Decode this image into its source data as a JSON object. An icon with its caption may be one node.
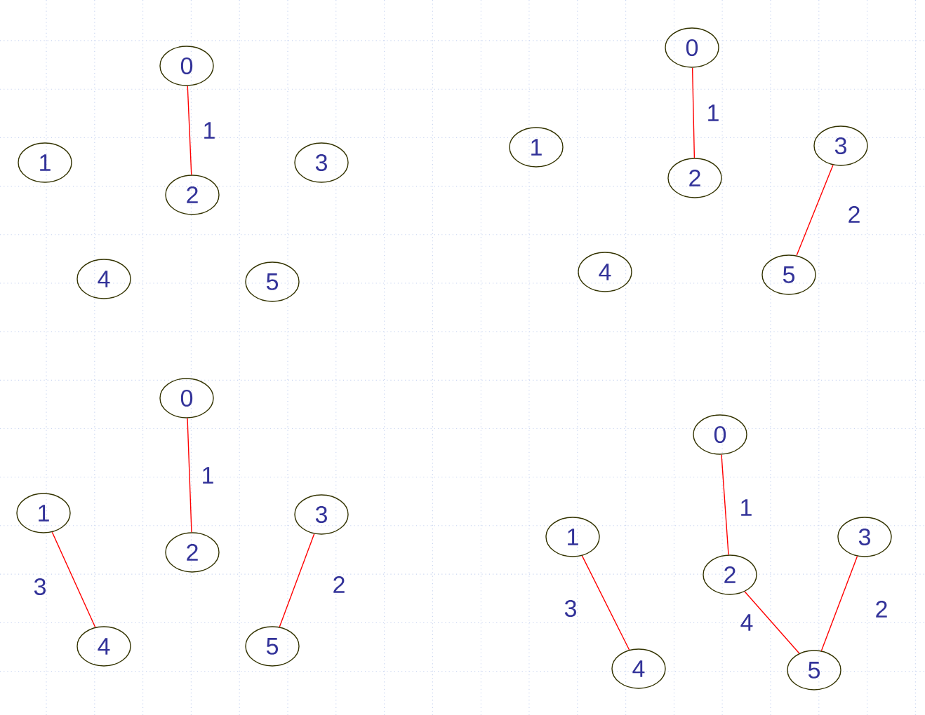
{
  "diagram": {
    "nodes": [
      {
        "text": [
          "0"
        ]
      },
      {
        "text": [
          "1"
        ]
      },
      {
        "text": [
          "2"
        ]
      },
      {
        "text": [
          "3"
        ]
      },
      {
        "text": [
          "4"
        ]
      },
      {
        "text": [
          "5"
        ]
      },
      {
        "text": [
          "0"
        ]
      },
      {
        "text": [
          "1"
        ]
      },
      {
        "text": [
          "2"
        ]
      },
      {
        "text": [
          "3"
        ]
      },
      {
        "text": [
          "4"
        ]
      },
      {
        "text": [
          "5"
        ]
      },
      {
        "text": [
          "0"
        ]
      },
      {
        "text": [
          "1"
        ]
      },
      {
        "text": [
          "2"
        ]
      },
      {
        "text": [
          "3"
        ]
      },
      {
        "text": [
          "4"
        ]
      },
      {
        "text": [
          "5"
        ]
      },
      {
        "text": [
          "0"
        ]
      },
      {
        "text": [
          "1"
        ]
      },
      {
        "text": [
          "2"
        ]
      },
      {
        "text": [
          "3"
        ]
      },
      {
        "text": [
          "4"
        ]
      },
      {
        "text": [
          "5"
        ]
      }
    ],
    "edges": [
      {
        "from": 0,
        "to": 2,
        "arrow": "none",
        "label": "1"
      },
      {
        "from": 6,
        "to": 8,
        "arrow": "none",
        "label": "1"
      },
      {
        "from": 9,
        "to": 11,
        "arrow": "none",
        "label": "2"
      },
      {
        "from": 12,
        "to": 14,
        "arrow": "none",
        "label": "1"
      },
      {
        "from": 15,
        "to": 17,
        "arrow": "none",
        "label": "2"
      },
      {
        "from": 13,
        "to": 16,
        "arrow": "none",
        "label": "3"
      },
      {
        "from": 18,
        "to": 20,
        "arrow": "none",
        "label": "1"
      },
      {
        "from": 21,
        "to": 23,
        "arrow": "none",
        "label": "2"
      },
      {
        "from": 19,
        "to": 22,
        "arrow": "none",
        "label": "3"
      },
      {
        "from": 20,
        "to": 23,
        "arrow": "none",
        "label": "4"
      }
    ]
  }
}
